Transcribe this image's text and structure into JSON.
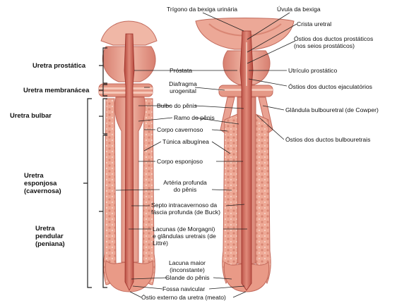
{
  "regions": {
    "prostatic": "Uretra prostática",
    "membranous": "Uretra membranácea",
    "bulbar": "Uretra bulbar",
    "spongy": [
      "Uretra",
      "esponjosa",
      "(cavernosa)"
    ],
    "pendular": [
      "Uretra",
      "pendular",
      "(peniana)"
    ]
  },
  "labels": {
    "trigone": "Trígono da bexiga urinária",
    "uvula": "Úvula da bexiga",
    "crest": "Crista uretral",
    "prostatic_ducts": [
      "Óstios dos ductos prostáticos",
      "(nos seios prostáticos)"
    ],
    "prostate": "Próstata",
    "utricle": "Utrículo prostático",
    "diaphragm": [
      "Diafragma",
      "urogenital"
    ],
    "ejaculatory": "Óstios dos ductos ejaculatórios",
    "bulb": "Bulbo do pênis",
    "cowper": "Glândula bulbouretral (de Cowper)",
    "crus": "Ramo do pênis",
    "cavernosum": "Corpo cavernoso",
    "bulbo_ducts": "Óstios dos ductos bulbouretrais",
    "albuginea": "Túnica albugínea",
    "spongiosum": "Corpo esponjoso",
    "artery": [
      "Artéria profunda",
      "do pênis"
    ],
    "septum": [
      "Septo intracavernoso da",
      "fáscia profunda (de Buck)"
    ],
    "lacunae": [
      "Lacunas (de Morgagni)",
      "e glândulas uretrais (de",
      "Littré)"
    ],
    "major_lacuna": [
      "Lacuna maior",
      "(inconstante)"
    ],
    "glans": "Glande do pênis",
    "navicular": "Fossa navicular",
    "meatus": "Óstio externo da uretra (meato)"
  },
  "colors": {
    "tissue": "#e79a88",
    "tissue_light": "#f3c0b0",
    "tissue_dark": "#c9675b",
    "lumen": "#a8362f",
    "leader": "#222222"
  }
}
